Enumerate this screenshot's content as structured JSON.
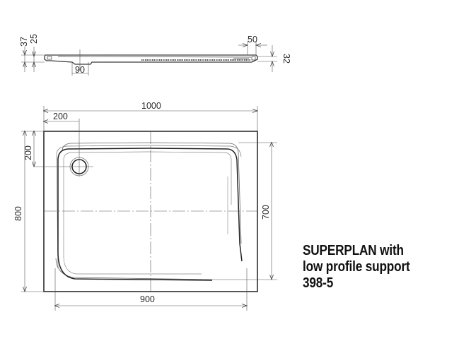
{
  "product": {
    "line1": "SUPERPLAN with",
    "line2": "low profile support",
    "line3": "398-5"
  },
  "side_view": {
    "dims": {
      "total_height": "37",
      "rim_height": "25",
      "drain_width": "90",
      "edge_width": "50",
      "edge_height": "32"
    }
  },
  "plan_view": {
    "dims": {
      "overall_width": "1000",
      "overall_depth": "800",
      "drain_offset_x": "200",
      "drain_offset_y": "200",
      "inner_width": "900",
      "inner_depth": "700"
    }
  },
  "colors": {
    "line": "#3a3a3a",
    "thin_line": "#555555",
    "background": "#ffffff"
  }
}
